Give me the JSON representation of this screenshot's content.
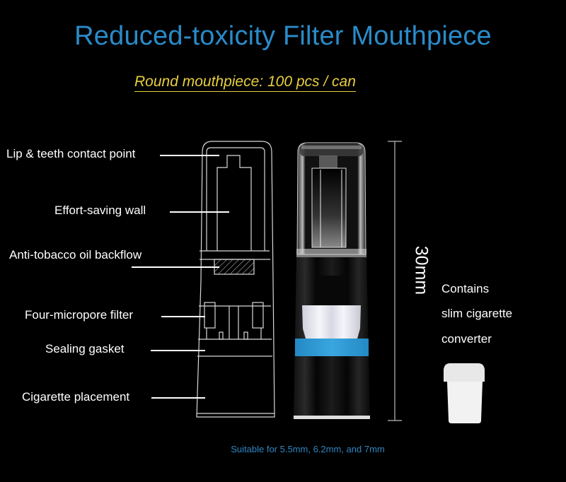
{
  "header": {
    "title": "Reduced-toxicity Filter Mouthpiece",
    "subtitle": "Round mouthpiece: 100 pcs / can"
  },
  "callouts": [
    {
      "label": "Lip & teeth contact point"
    },
    {
      "label": "Effort-saving wall"
    },
    {
      "label": "Anti-tobacco oil backflow"
    },
    {
      "label": "Four-micropore filter"
    },
    {
      "label": "Sealing gasket"
    },
    {
      "label": "Cigarette placement"
    }
  ],
  "dimension": {
    "length": "30mm"
  },
  "converter": {
    "lines": [
      "Contains",
      "slim cigarette",
      "converter"
    ]
  },
  "footer": {
    "note": "Suitable for 5.5mm, 6.2mm, and 7mm"
  },
  "colors": {
    "title": "#2a8bc9",
    "subtitle": "#e8cf3e",
    "accent_band": "#2a9ad6",
    "background": "#000000"
  }
}
